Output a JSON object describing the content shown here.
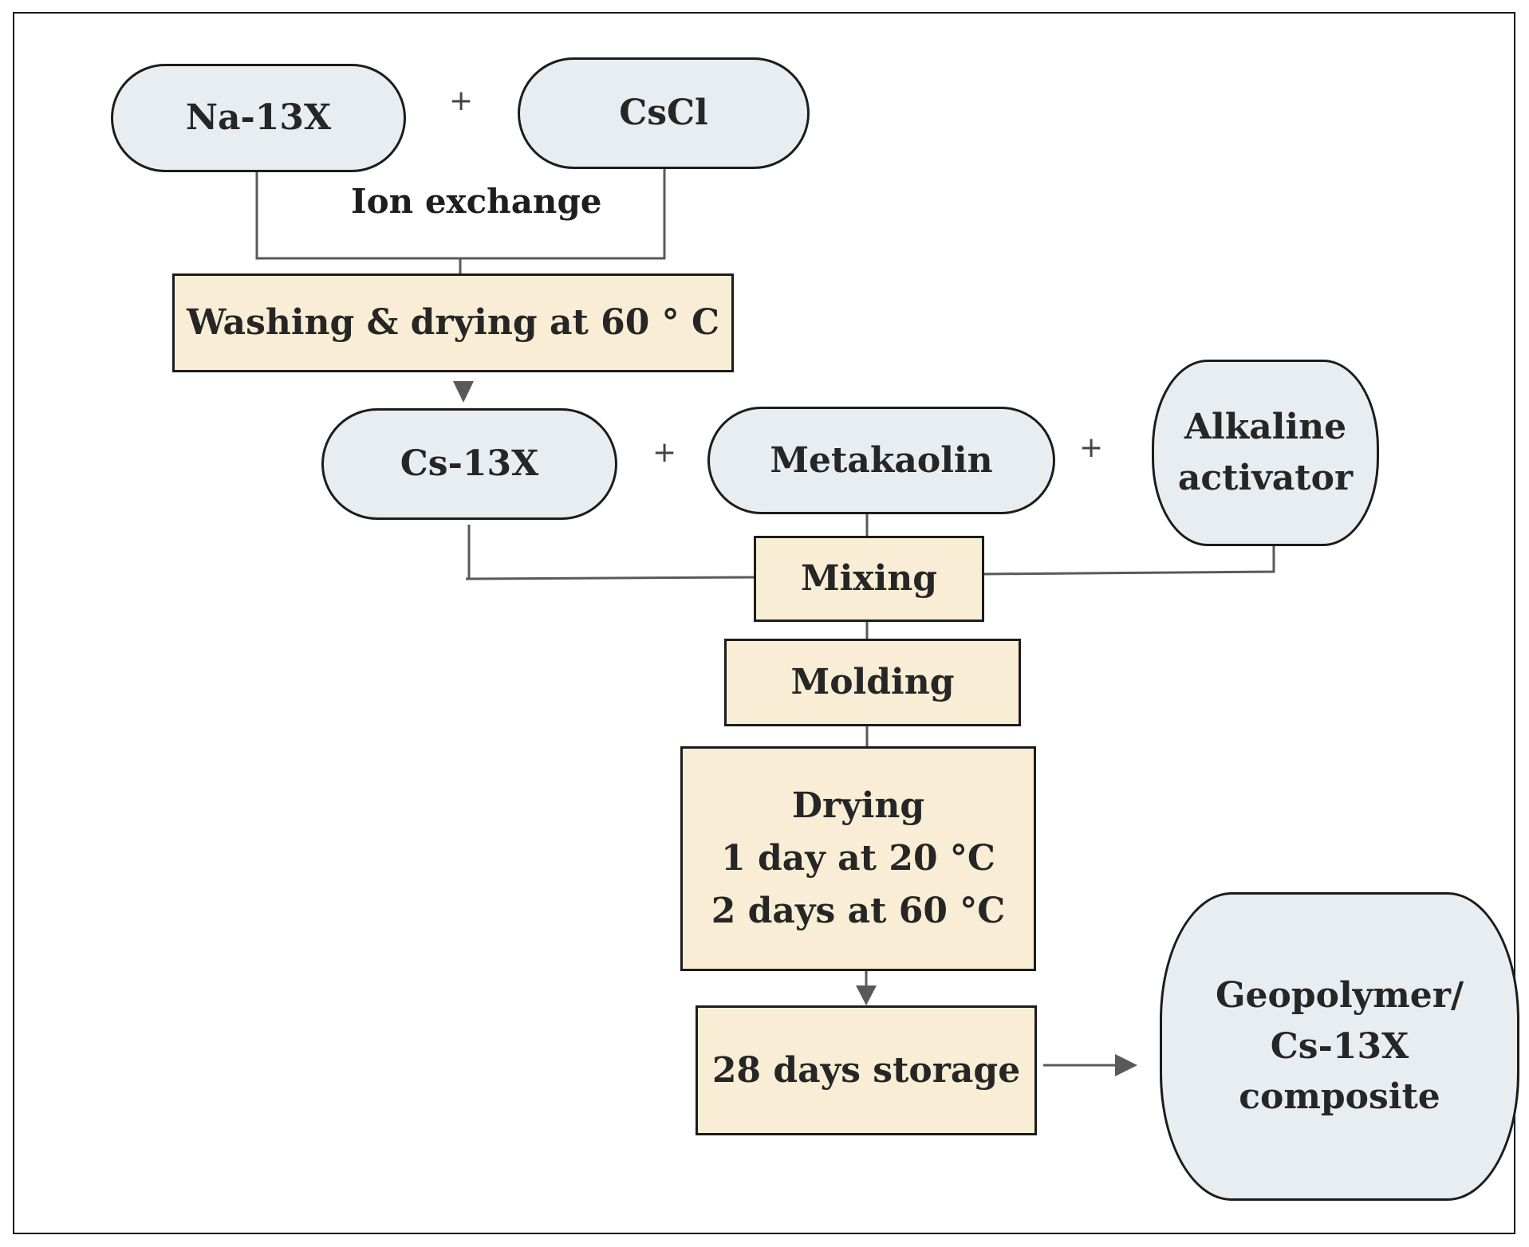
{
  "materials": {
    "na13x": "Na-13X",
    "cscl": "CsCl",
    "cs13x": "Cs-13X",
    "metakaolin": "Metakaolin",
    "alkaline_line1": "Alkaline",
    "alkaline_line2": "activator",
    "product_line1": "Geopolymer/",
    "product_line2": "Cs-13X",
    "product_line3": "composite"
  },
  "steps": {
    "ion_exchange": "Ion exchange",
    "washing": "Washing & drying at 60 °  C",
    "mixing": "Mixing",
    "molding": "Molding",
    "drying_title": "Drying",
    "drying_line1": "1 day at 20 °C",
    "drying_line2": "2 days at 60 °C",
    "storage": "28 days storage"
  },
  "operators": {
    "plus": "+"
  },
  "colors": {
    "material_fill": "#e8edf1",
    "process_fill": "#f9eed5",
    "connector": "#595959",
    "border": "#1c1c1c"
  }
}
